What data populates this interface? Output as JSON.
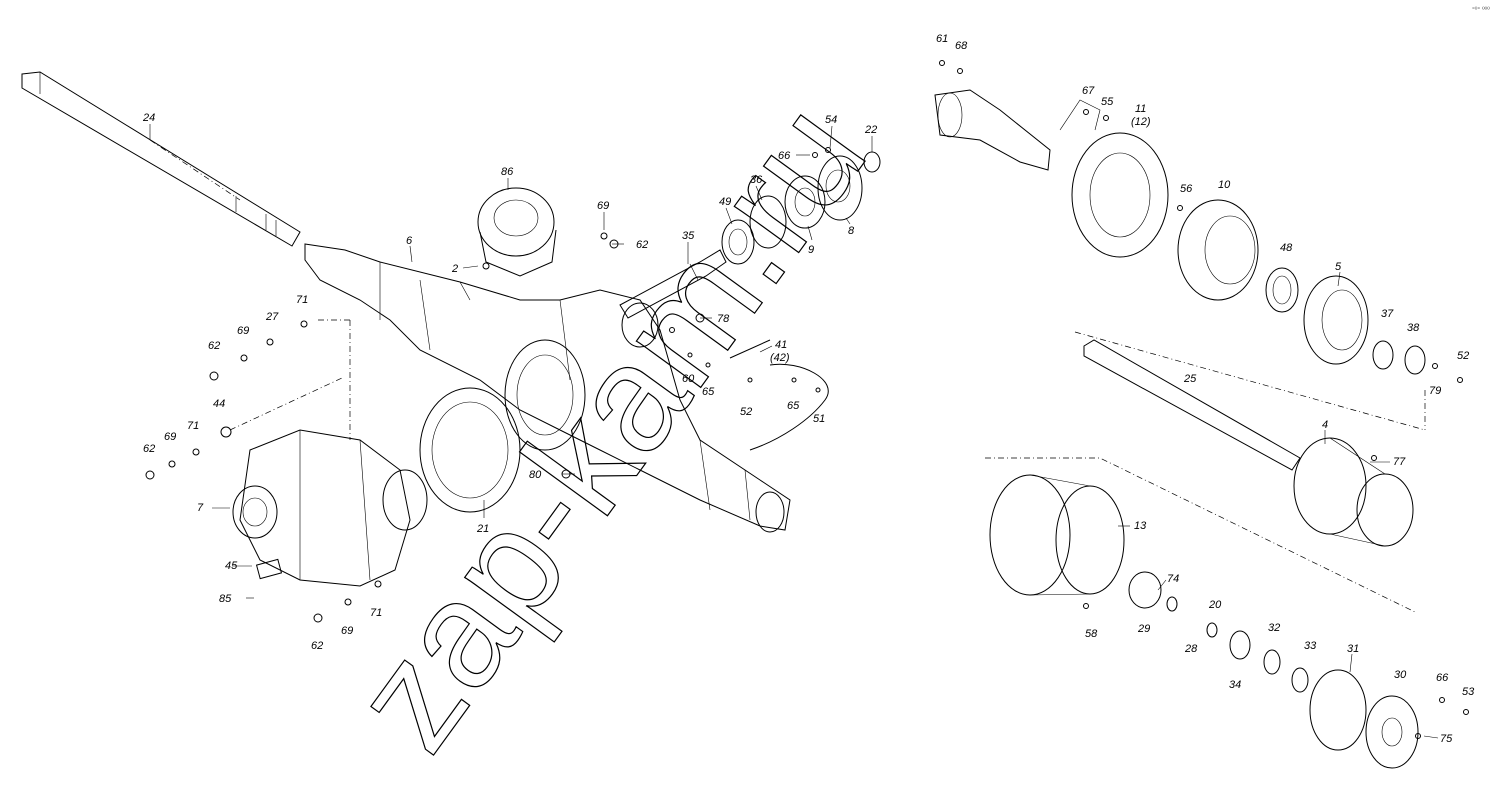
{
  "watermark": "zap-kam.ru",
  "corner_mark": "°º° ººº",
  "labels": {
    "l24": "24",
    "l86": "86",
    "l6": "6",
    "l2": "2",
    "l69a": "69",
    "l62a": "62",
    "l35": "35",
    "l49": "49",
    "l36": "36",
    "l66a": "66",
    "l54": "54",
    "l22": "22",
    "l9": "9",
    "l8": "8",
    "l71a": "71",
    "l27": "27",
    "l69b": "69",
    "l62b": "62",
    "l44": "44",
    "l71b": "71",
    "l69c": "69",
    "l62c": "62",
    "l7": "7",
    "l45": "45",
    "l85": "85",
    "l62d": "62",
    "l69d": "69",
    "l71c": "71",
    "l21": "21",
    "l80": "80",
    "l78": "78",
    "l60": "60",
    "l65a": "65",
    "l41": "41",
    "l42": "(42)",
    "l52a": "52",
    "l65b": "65",
    "l51": "51",
    "l61": "61",
    "l68": "68",
    "l67": "67",
    "l55": "55",
    "l11": "11",
    "l12": "(12)",
    "l56": "56",
    "l10": "10",
    "l48": "48",
    "l5": "5",
    "l37": "37",
    "l38": "38",
    "l52b": "52",
    "l79": "79",
    "l25": "25",
    "l4": "4",
    "l77": "77",
    "l13": "13",
    "l74": "74",
    "l58": "58",
    "l29": "29",
    "l20": "20",
    "l28": "28",
    "l32": "32",
    "l34": "34",
    "l33": "33",
    "l31": "31",
    "l30": "30",
    "l66b": "66",
    "l53": "53",
    "l75": "75"
  }
}
